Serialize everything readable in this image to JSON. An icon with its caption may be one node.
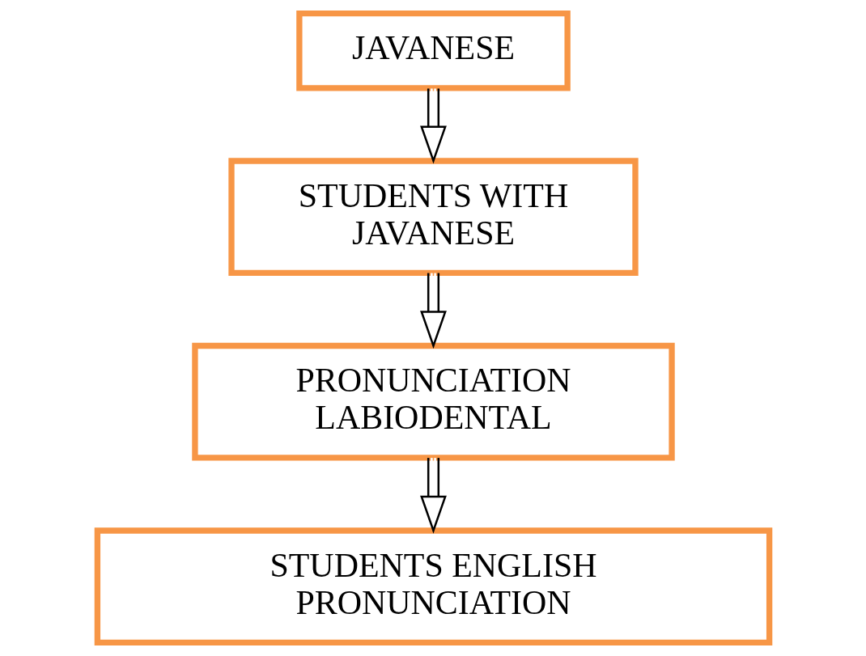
{
  "diagram": {
    "nodes": [
      {
        "text": [
          "JAVANESE"
        ]
      },
      {
        "text": [
          "STUDENTS WITH JAVANESE"
        ]
      },
      {
        "text": [
          "PRONUNCIATION LABIODENTAL"
        ]
      },
      {
        "text": [
          "STUDENTS ENGLISH PRONUNCIATION"
        ]
      }
    ],
    "edges": [
      {
        "from": 0,
        "to": 1,
        "arrow": "to"
      },
      {
        "from": 1,
        "to": 2,
        "arrow": "to"
      },
      {
        "from": 2,
        "to": 3,
        "arrow": "to"
      }
    ]
  }
}
